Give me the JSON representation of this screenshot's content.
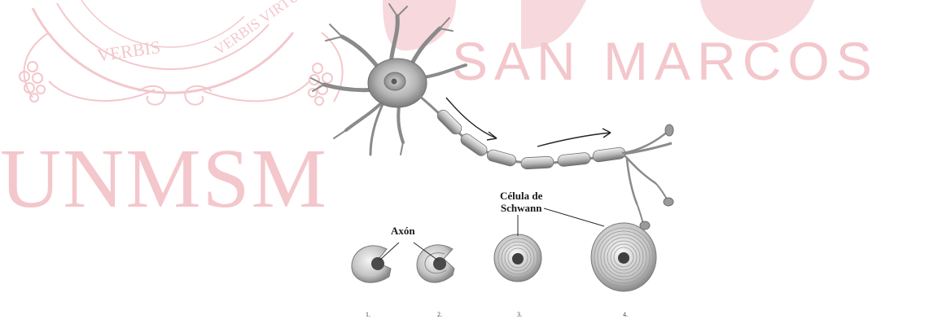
{
  "watermark": {
    "seal_motto": "VERBIS VIRTUTEM ARCT",
    "seal_motto_2": "VERBIS",
    "abbreviation": "UNMSM",
    "university_name": "SAN MARCOS",
    "color": "#f3c7cc"
  },
  "diagram": {
    "labels": {
      "axon": "Axón",
      "schwann_line1": "Célula de",
      "schwann_line2": "Schwann"
    },
    "stages": [
      "1.",
      "2.",
      "3.",
      "4."
    ]
  }
}
